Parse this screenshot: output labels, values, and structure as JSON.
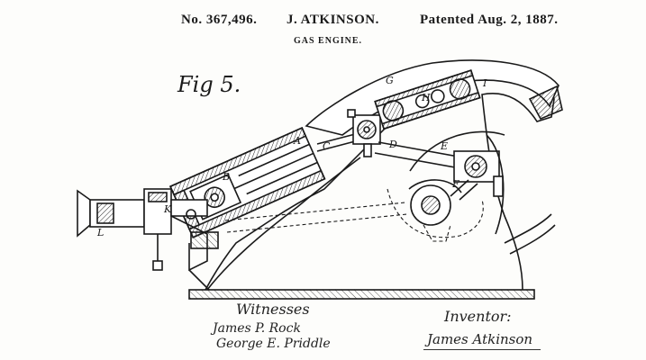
{
  "header": {
    "patent_number": "No. 367,496.",
    "inventor_name": "J. ATKINSON.",
    "title": "GAS ENGINE.",
    "date": "Patented Aug. 2, 1887."
  },
  "figure": {
    "label": "Fig 5.",
    "part_letters": {
      "A": "A",
      "B": "B",
      "C": "C",
      "D": "D",
      "E": "E",
      "F": "F",
      "G": "G",
      "H": "H",
      "I": "I",
      "K": "K",
      "L": "L"
    }
  },
  "signatures": {
    "witnesses_label": "Witnesses",
    "witness_1": "James P. Rock",
    "witness_2": "George E. Priddle",
    "inventor_label": "Inventor:",
    "inventor_signature": "James Atkinson"
  }
}
